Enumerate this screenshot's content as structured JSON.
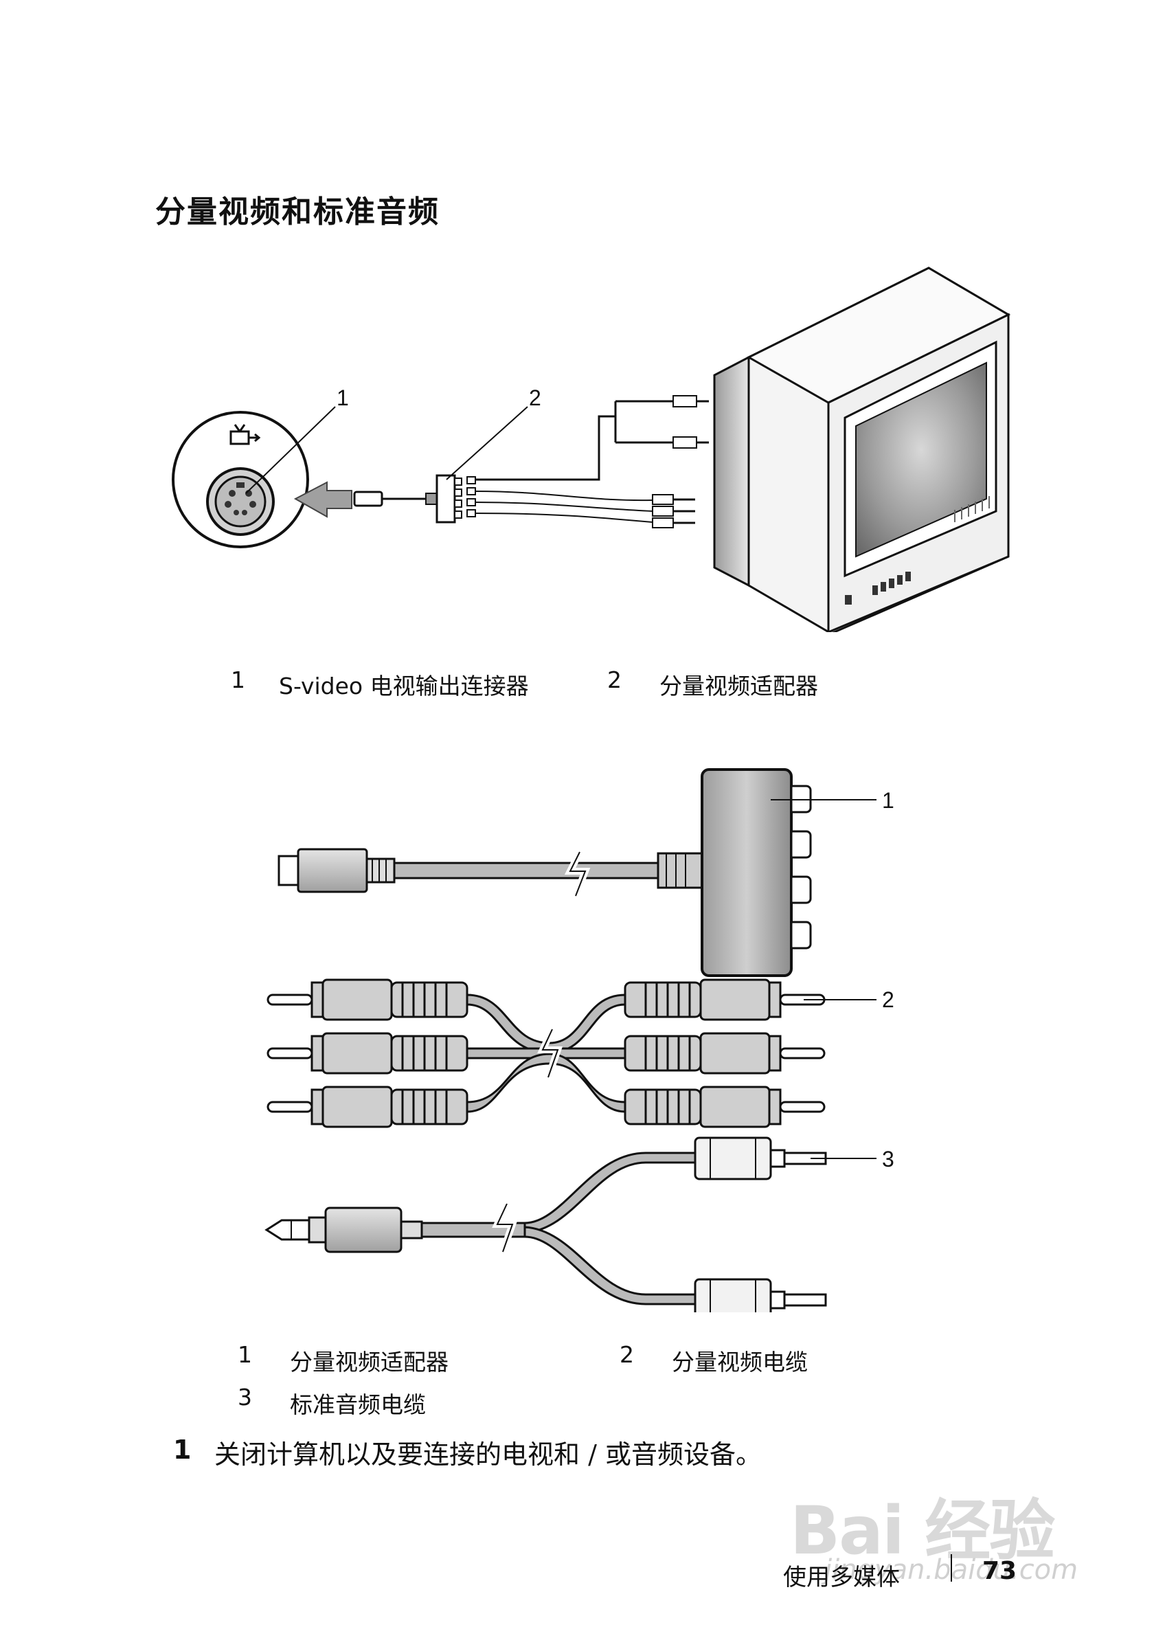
{
  "section_title": "分量视频和标准音频",
  "figure1": {
    "callout_1": "1",
    "callout_2": "2",
    "captions": [
      {
        "num": "1",
        "text": "S-video 电视输出连接器"
      },
      {
        "num": "2",
        "text": "分量视频适配器"
      }
    ]
  },
  "figure2": {
    "callout_1": "1",
    "callout_2": "2",
    "callout_3": "3",
    "captions": [
      {
        "num": "1",
        "text": "分量视频适配器"
      },
      {
        "num": "2",
        "text": "分量视频电缆"
      },
      {
        "num": "3",
        "text": "标准音频电缆"
      }
    ]
  },
  "step": {
    "num": "1",
    "text": "关闭计算机以及要连接的电视和 / 或音频设备。"
  },
  "footer": {
    "section": "使用多媒体",
    "page": "73"
  },
  "watermark": {
    "logo": "Bai 经验",
    "url": "jingyan.baidu.com"
  }
}
